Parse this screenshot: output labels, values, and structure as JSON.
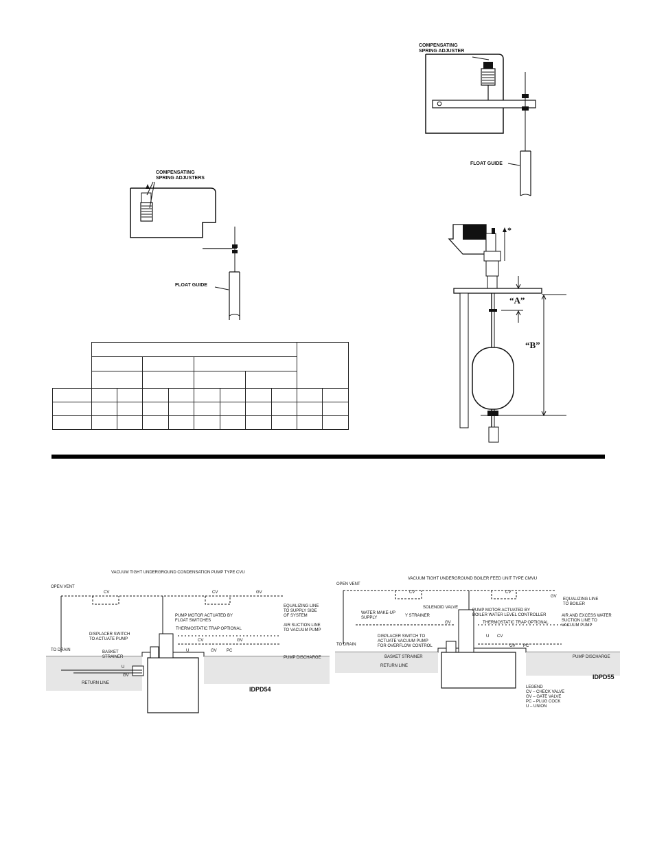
{
  "fig_top_right": {
    "label_adjuster": "COMPENSATING\nSPRING ADJUSTER",
    "label_guide": "FLOAT GUIDE"
  },
  "fig_left": {
    "label_adjusters": "COMPENSATING\nSPRING ADJUSTERS",
    "label_guide": "FLOAT GUIDE"
  },
  "fig_float": {
    "asterisk": "*",
    "dim_a": "“A”",
    "dim_b": "“B”"
  },
  "diagram_cvu": {
    "title": "VACUUM TIGHT UNDERGROUND CONDENSATION PUMP TYPE CVU",
    "open_vent": "OPEN VENT",
    "to_drain": "TO DRAIN",
    "cv1": "CV",
    "cv2": "CV",
    "gv_top": "GV",
    "equalizing": "EQUALIZING LINE\nTO SUPPLY SIDE\nOF SYSTEM",
    "pump_motor": "PUMP MOTOR ACTUATED BY\nFLOAT SWITCHES",
    "displacer": "DISPLACER SWITCH\nTO ACTUATE PUMP",
    "thermostatic": "THERMOSTATIC TRAP OPTIONAL",
    "air_suction": "AIR SUCTION LINE\nTO VACUUM PUMP",
    "basket": "BASKET\nSTRAINER",
    "pump_discharge": "PUMP DISCHARGE",
    "return_line": "RETURN LINE",
    "u1": "U",
    "u2": "U",
    "gv_left": "GV",
    "gv_mid": "GV",
    "gv_r": "GV",
    "pc": "PC",
    "cv_mid": "CV",
    "ident": "IDPD54"
  },
  "diagram_cmvu": {
    "title": "VACUUM TIGHT UNDERGROUND BOILER FEED UNIT TYPE CMVU",
    "open_vent": "OPEN VENT",
    "to_drain": "TO DRAIN",
    "cv1": "CV",
    "cv2": "CV",
    "gv_top": "GV",
    "equalizing": "EQUALIZING LINE\nTO BOILER",
    "water_makeup": "WATER MAKE-UP\nSUPPLY",
    "solenoid": "SOLENOID VALVE",
    "y_strainer": "Y STRAINER",
    "pump_motor": "PUMP MOTOR ACTUATED BY\nBOILER WATER LEVEL CONTROLLER",
    "air_excess": "AIR AND EXCESS WATER\nSUCTION LINE TO\nVACUUM PUMP",
    "thermostatic": "THERMOSTATIC TRAP OPTIONAL",
    "displacer": "DISPLACER SWITCH TO\nACTUATE VACUUM PUMP\nFOR OVERFLOW CONTROL",
    "basket": "BASKET STRAINER",
    "return_line": "RETURN LINE",
    "pump_discharge": "PUMP DISCHARGE",
    "gv": "GV",
    "u": "U",
    "cv_mid": "CV",
    "gv_mid": "GV",
    "pc": "PC",
    "ident": "IDPD55",
    "legend_title": "LEGEND",
    "legend": [
      "CV – CHECK VALVE",
      "GV – GATE VALVE",
      "PC – PLUG COCK",
      "U – UNION"
    ]
  }
}
